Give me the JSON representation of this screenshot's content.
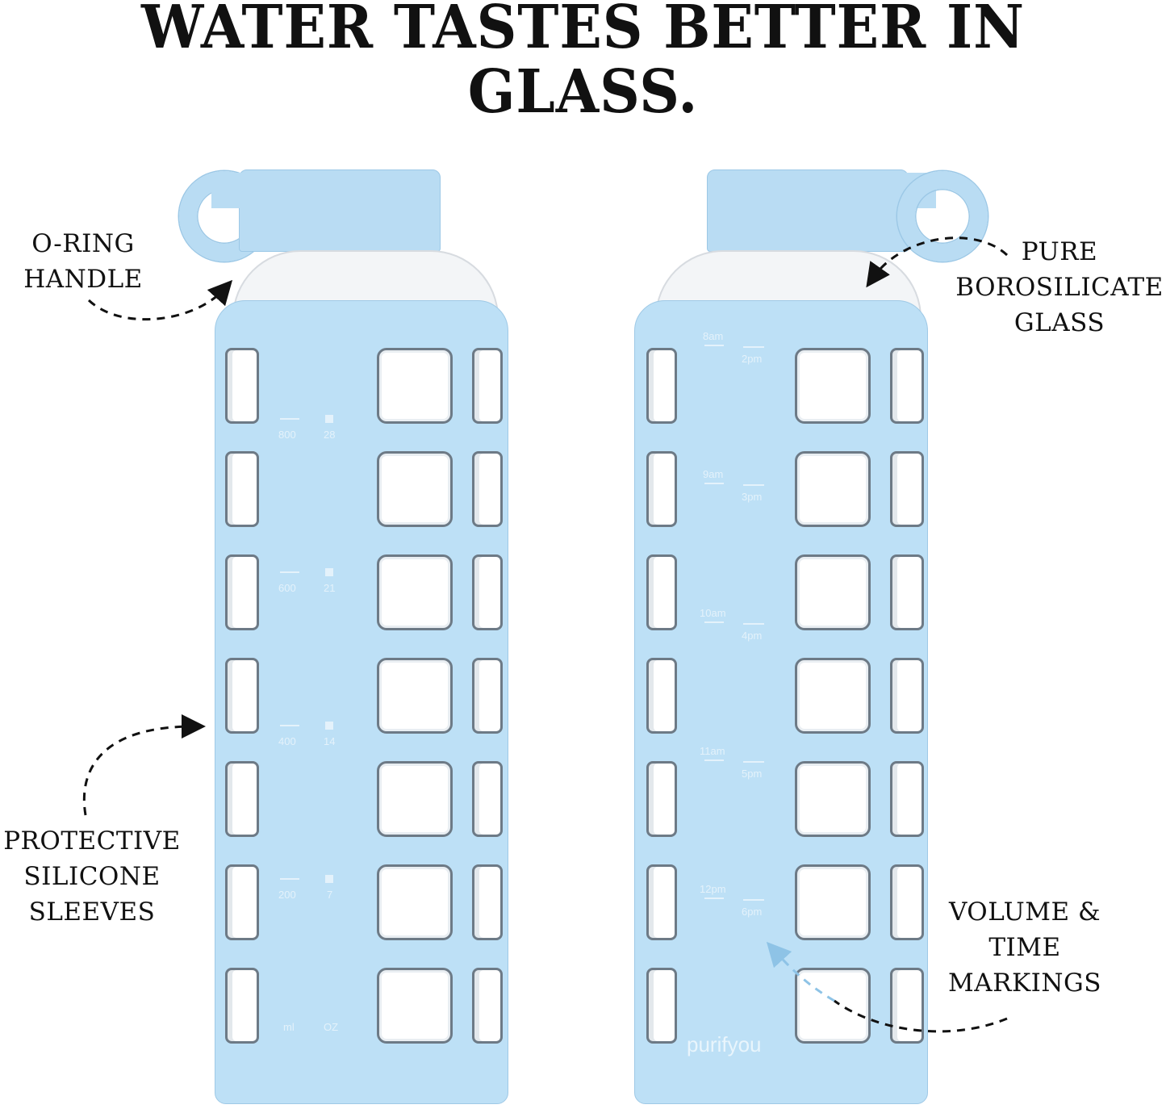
{
  "headline": "WATER TASTES BETTER IN GLASS.",
  "colors": {
    "sleeve": "#bde0f6",
    "sleeve_border": "#9fc9e6",
    "markings": "#e4f2fb",
    "text": "#111111",
    "background": "#ffffff"
  },
  "callouts": {
    "oring": [
      "O-RING",
      "HANDLE"
    ],
    "glass": [
      "PURE",
      "BOROSILICATE",
      "GLASS"
    ],
    "sleeves": [
      "PROTECTIVE",
      "SILICONE",
      "SLEEVES"
    ],
    "markings": [
      "VOLUME &",
      "TIME",
      "MARKINGS"
    ]
  },
  "left_bottle": {
    "ml_marks": [
      "800",
      "600",
      "400",
      "200"
    ],
    "oz_marks": [
      "28",
      "21",
      "14",
      "7"
    ],
    "unit_ml": "ml",
    "unit_oz": "OZ"
  },
  "right_bottle": {
    "am_marks": [
      "8am",
      "9am",
      "10am",
      "11am",
      "12pm"
    ],
    "pm_marks": [
      "2pm",
      "3pm",
      "4pm",
      "5pm",
      "6pm"
    ],
    "brand": "purifyou"
  }
}
